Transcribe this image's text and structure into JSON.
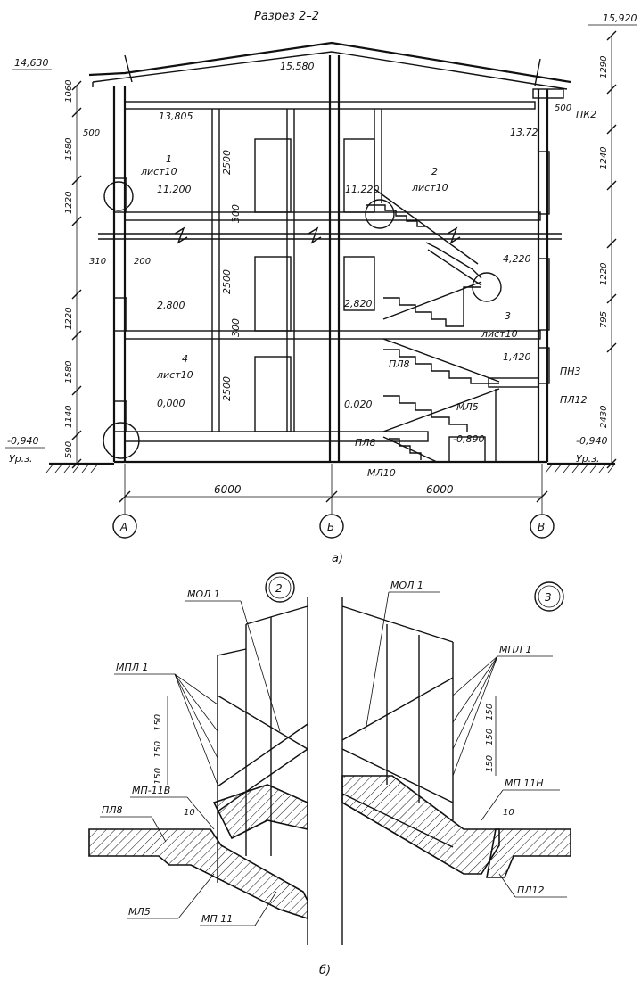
{
  "title": "Разрез 2–2",
  "part_a": {
    "caption": "а)",
    "axes": [
      "А",
      "Б",
      "В"
    ],
    "spans": [
      "6000",
      "6000"
    ],
    "elevations_left": [
      "14,630",
      "-0,940"
    ],
    "elevations_inner": [
      "15,580",
      "13,805",
      "11,200",
      "2,800",
      "0,000",
      "13,72",
      "11,220",
      "2,820",
      "0,020",
      "4,220",
      "1,420",
      "-0,890"
    ],
    "elevations_right": [
      "15,920",
      "-0,940"
    ],
    "dims_left": [
      "1060",
      "500",
      "1580",
      "1220",
      "310",
      "200",
      "1220",
      "1580",
      "1140",
      "590"
    ],
    "dims_right": [
      "1290",
      "500",
      "1240",
      "1220",
      "795",
      "2430"
    ],
    "heights": [
      "2500",
      "300",
      "2500",
      "300",
      "2500"
    ],
    "ground_labels": [
      "Ур.з.",
      "Ур.з."
    ],
    "callouts": [
      {
        "num": "1",
        "sheet": "лист10"
      },
      {
        "num": "2",
        "sheet": "лист10"
      },
      {
        "num": "3",
        "sheet": "лист10"
      },
      {
        "num": "4",
        "sheet": "лист10"
      }
    ],
    "elements": [
      "ПК2",
      "ПЛ8",
      "МЛ5",
      "ПЛ8",
      "МЛ10",
      "ПЛ12",
      "ПН3"
    ]
  },
  "part_b": {
    "caption": "б)",
    "detail_2": {
      "number": "2",
      "labels": [
        "МОЛ 1",
        "МПЛ 1",
        "МП-11В",
        "ПЛ8",
        "МЛ5",
        "МП 11",
        "10"
      ],
      "dims": [
        "150",
        "150",
        "150"
      ]
    },
    "detail_3": {
      "number": "3",
      "labels": [
        "МОЛ 1",
        "МПЛ 1",
        "МП 11Н",
        "ПЛ12",
        "10"
      ],
      "dims": [
        "150",
        "150",
        "150"
      ]
    }
  }
}
